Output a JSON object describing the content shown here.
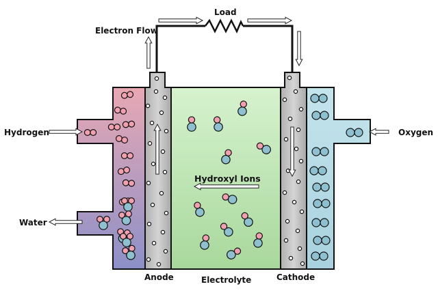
{
  "labels": {
    "load": "Load",
    "electron_flow": "Electron Flow",
    "hydrogen": "Hydrogen",
    "oxygen": "Oxygen",
    "water": "Water",
    "hydroxyl_ions": "Hydroxyl Ions",
    "anode": "Anode",
    "electrolyte": "Electrolyte",
    "cathode": "Cathode"
  },
  "colors": {
    "hydrogen_atom": "#f0a0ae",
    "oxygen_atom": "#8fc0cf",
    "electrolyte": "#c8ecc0",
    "electrode": "#c4c4c4",
    "hydrogen_chamber_top": "#e8a8b4",
    "hydrogen_chamber_bottom": "#8c90c8",
    "oxygen_chamber": "#b8dce6",
    "outline": "#111111"
  },
  "icons": [
    "resistor-icon",
    "arrow-icon",
    "electron-dot",
    "molecule-icon"
  ]
}
